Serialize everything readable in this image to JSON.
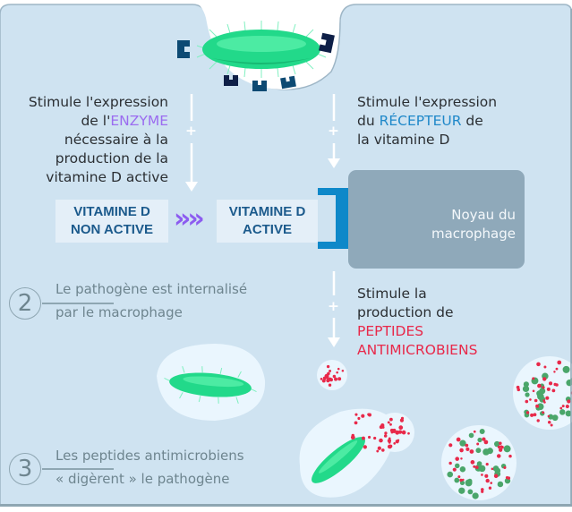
{
  "left_note": {
    "line1": "Stimule l'expression",
    "line2_prefix": "de l'",
    "line2_highlight": "ENZYME",
    "line3": "nécessaire à la",
    "line4": "production de la",
    "line5": "vitamine D active"
  },
  "right_note": {
    "line1": "Stimule l'expression",
    "line2_prefix": "du ",
    "line2_highlight": "RÉCEPTEUR",
    "line2_suffix": " de",
    "line3": "la vitamine D"
  },
  "boxes": {
    "inactive_line1": "VITAMINE D",
    "inactive_line2": "NON ACTIVE",
    "active_line1": "VITAMINE D",
    "active_line2": "ACTIVE"
  },
  "nucleus": {
    "line1": "Noyau du",
    "line2": "macrophage"
  },
  "peptide_note": {
    "line1": "Stimule la",
    "line2": "production de",
    "line3": "PEPTIDES",
    "line4": "ANTIMICROBIENS"
  },
  "steps": [
    {
      "number": "2",
      "line1": "Le pathogène est internalisé",
      "line2": "par le macrophage"
    },
    {
      "number": "3",
      "line1": "Les peptides antimicrobiens",
      "line2": "« digèrent » le pathogène"
    }
  ],
  "arrow_symbols": {
    "plus": "+",
    "chevrons": "»»"
  },
  "colors": {
    "cell": "#cfe3f1",
    "pathogen": "#22d98a",
    "receptor_dark": "#0e1f47",
    "receptor_teal": "#0d4a73",
    "enzyme": "#9b6cf0",
    "receptor_text": "#1f88c9",
    "peptides": "#e8294a",
    "nucleus": "#8fa9ba"
  }
}
